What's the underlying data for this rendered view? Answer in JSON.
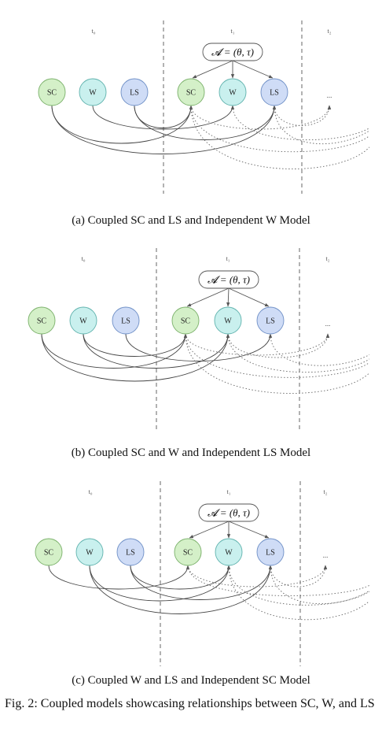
{
  "time_labels": [
    "t₀",
    "t₁",
    "t₂"
  ],
  "action_label": "𝓐 = (θ, τ)",
  "ellipsis": "...",
  "nodes": {
    "sc": {
      "label": "SC",
      "fill": "#d4f0c8",
      "stroke": "#7ab06a"
    },
    "w": {
      "label": "W",
      "fill": "#c9f0ee",
      "stroke": "#5fb2ad"
    },
    "ls": {
      "label": "LS",
      "fill": "#cfdcf6",
      "stroke": "#6e8fc6"
    }
  },
  "panels": [
    {
      "caption": "(a) Coupled SC and LS and Independent W Model"
    },
    {
      "caption": "(b) Coupled SC and W and Independent LS Model"
    },
    {
      "caption": "(c) Coupled W and LS and Independent SC Model"
    }
  ],
  "figure_caption": "Fig. 2: Coupled models showcasing relationships between SC, W, and LS"
}
